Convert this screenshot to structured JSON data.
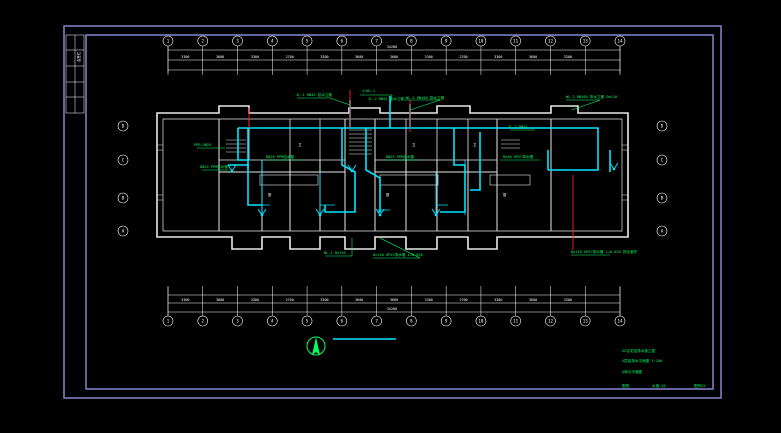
{
  "colors": {
    "background": "#000000",
    "frame": "#7b7fc4",
    "wall": "#e8e8e8",
    "pipe": "#00e5ff",
    "label": "#00ff66",
    "riser": "#ff2020",
    "grid": "#ffffff"
  },
  "icons": {
    "north_arrow": "north-arrow-icon",
    "fixture": "floor-drain-icon"
  },
  "title_block": {
    "line1": "XX住宅给排水施工图",
    "line2": "X层给排水平面图 1:100",
    "line3": "X单元平面图",
    "footer_left": "图别",
    "footer_mid": "水施-XX",
    "footer_right": "图号XX"
  },
  "left_strip": {
    "label": "会签栏"
  },
  "dimensions": {
    "top_total": "34200",
    "bottom_total": "34200",
    "top_segments": [
      "3300",
      "3600",
      "3300",
      "2700",
      "3300",
      "3600",
      "3600",
      "3300",
      "2700",
      "3300",
      "3600",
      "3300"
    ],
    "bottom_segments": [
      "3300",
      "3600",
      "3300",
      "2700",
      "3300",
      "3600",
      "3600",
      "3300",
      "2700",
      "3300",
      "3600",
      "3300"
    ]
  },
  "axes": {
    "top": [
      "1",
      "2",
      "3",
      "4",
      "5",
      "6",
      "7",
      "8",
      "9",
      "10",
      "11",
      "12",
      "13",
      "14"
    ],
    "bottom": [
      "1",
      "2",
      "3",
      "4",
      "5",
      "6",
      "7",
      "8",
      "9",
      "10",
      "11",
      "12",
      "13",
      "14"
    ],
    "left": [
      "D",
      "C",
      "B",
      "A"
    ],
    "right": [
      "D",
      "C",
      "B",
      "A"
    ]
  },
  "annotations": {
    "top_labels": [
      "JL-1 DN32 给水立管",
      "J/WL-1",
      "JL-2 DN32 给水立管",
      "WL-2 DN100 排水立管",
      "JL-3 DN32",
      "WL-3 DN100 排水立管 De110"
    ],
    "mid_labels": [
      "PPR-DN25",
      "DN25 PPR给水管",
      "DN20 PPR给水管",
      "DN25 PPR给水管",
      "De50 UPVC排水管"
    ],
    "bottom_labels": [
      "WL-1 De110",
      "De110 UPVC排水管 i=0.026",
      "De110 UPVC排水管 i=0.026 排至室外"
    ],
    "room_tags": [
      "卫",
      "厨",
      "卫",
      "厨",
      "卫",
      "厨"
    ]
  }
}
